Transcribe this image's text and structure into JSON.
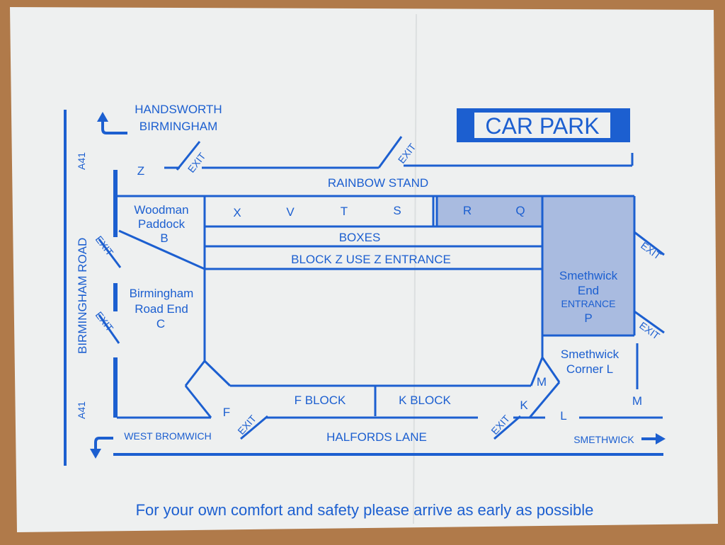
{
  "colors": {
    "ink": "#1c5fd0",
    "paper": "#eef0f0",
    "shade": "#a9bbe0",
    "wood": "#b07a4a"
  },
  "car_park": {
    "label": "CAR PARK"
  },
  "roads": {
    "handsworth_line1": "HANDSWORTH",
    "handsworth_line2": "BIRMINGHAM",
    "a41_top": "A41",
    "a41_bottom": "A41",
    "birmingham_road": "BIRMINGHAM ROAD",
    "west_bromwich": "WEST BROMWICH",
    "halfords_lane": "HALFORDS LANE",
    "smethwick": "SMETHWICK"
  },
  "exits": {
    "top_left": "EXIT",
    "top_middle": "EXIT",
    "left_upper": "EXIT",
    "left_lower": "EXIT",
    "right_upper": "EXIT",
    "right_lower": "EXIT",
    "bottom_left": "EXIT",
    "bottom_right": "EXIT"
  },
  "stands": {
    "rainbow_stand": "RAINBOW STAND",
    "boxes": "BOXES",
    "block_z": "BLOCK Z USE Z ENTRANCE",
    "woodman_1": "Woodman",
    "woodman_2": "Paddock",
    "woodman_3": "B",
    "brr_1": "Birmingham",
    "brr_2": "Road End",
    "brr_3": "C",
    "smethwick_end_1": "Smethwick",
    "smethwick_end_2": "End",
    "smethwick_end_3": "ENTRANCE",
    "smethwick_end_4": "P",
    "smethwick_corner_1": "Smethwick",
    "smethwick_corner_2": "Corner L",
    "f_block": "F BLOCK",
    "k_block": "K BLOCK"
  },
  "letters": {
    "z": "Z",
    "x": "X",
    "v": "V",
    "t": "T",
    "s": "S",
    "r": "R",
    "q": "Q",
    "f": "F",
    "k": "K",
    "l": "L",
    "m_corner": "M",
    "m_right": "M"
  },
  "footer": {
    "note": "For your own comfort and safety please arrive as early as possible"
  }
}
